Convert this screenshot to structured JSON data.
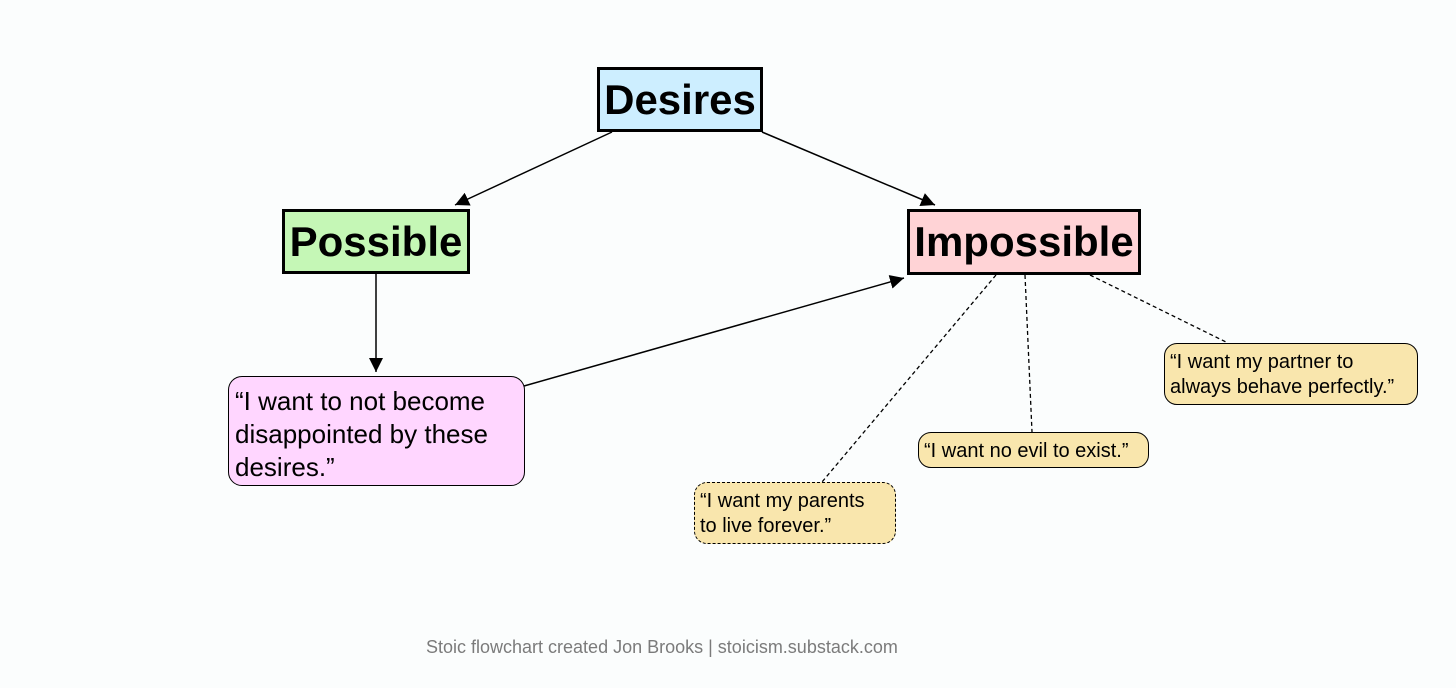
{
  "nodes": {
    "desires": {
      "label": "Desires",
      "fill": "#cdeeff"
    },
    "possible": {
      "label": "Possible",
      "fill": "#c5f7b6"
    },
    "impossible": {
      "label": "Impossible",
      "fill": "#ffd3d6"
    },
    "not_disappointed": {
      "text": "“I want to not become disappointed by these desires.”",
      "fill": "#ffd6ff"
    },
    "parents": {
      "text": "“I want my parents to live forever.”",
      "fill": "#f9e6ad"
    },
    "no_evil": {
      "text": "“I want no evil to exist.”",
      "fill": "#f9e6ad"
    },
    "partner": {
      "text": "“I want my partner to always behave perfectly.”",
      "fill": "#f9e6ad"
    }
  },
  "edges": [
    {
      "from": "desires",
      "to": "possible",
      "style": "solid-arrow"
    },
    {
      "from": "desires",
      "to": "impossible",
      "style": "solid-arrow"
    },
    {
      "from": "possible",
      "to": "not_disappointed",
      "style": "solid-arrow"
    },
    {
      "from": "not_disappointed",
      "to": "impossible",
      "style": "solid-arrow"
    },
    {
      "from": "impossible",
      "to": "parents",
      "style": "dashed"
    },
    {
      "from": "impossible",
      "to": "no_evil",
      "style": "dashed"
    },
    {
      "from": "impossible",
      "to": "partner",
      "style": "dashed"
    }
  ],
  "caption": "Stoic flowchart created Jon Brooks | stoicism.substack.com",
  "colors": {
    "caption_text": "#7b7b7b"
  }
}
